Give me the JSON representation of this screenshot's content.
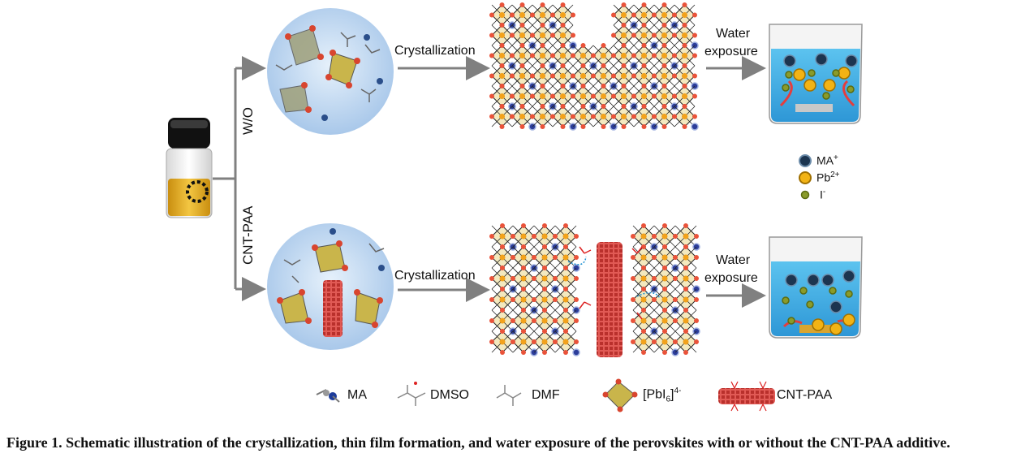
{
  "labels": {
    "wo": "W/O",
    "cnt_paa": "CNT-PAA",
    "crystallization_top": "Crystallization",
    "crystallization_bottom": "Crystallization",
    "water_top_1": "Water",
    "water_top_2": "exposure",
    "water_bottom_1": "Water",
    "water_bottom_2": "exposure"
  },
  "ion_legend": {
    "ma": "MA",
    "ma_charge": "+",
    "pb": "Pb",
    "pb_charge": "2+",
    "i": "I",
    "i_charge": "-"
  },
  "bottom_legend": {
    "ma": "MA",
    "dmso": "DMSO",
    "dmf": "DMF",
    "pbi6_prefix": "[PbI",
    "pbi6_sub": "6",
    "pbi6_suffix": "]",
    "pbi6_charge": "4-",
    "cnt_paa": "CNT-PAA"
  },
  "caption": {
    "label": "Figure 1.",
    "text": "Schematic illustration of the crystallization, thin film formation, and water exposure of the perovskites with or without the CNT-PAA additive."
  },
  "colors": {
    "ma_ion": "#1c3550",
    "pb_ion": "#f2b315",
    "i_ion": "#8a9b2a",
    "octahedron": "#f1e6b8",
    "node": "#e9533a",
    "cnt": "#d9534f",
    "water": "#4fb6e6",
    "solution": "#e8b828"
  }
}
